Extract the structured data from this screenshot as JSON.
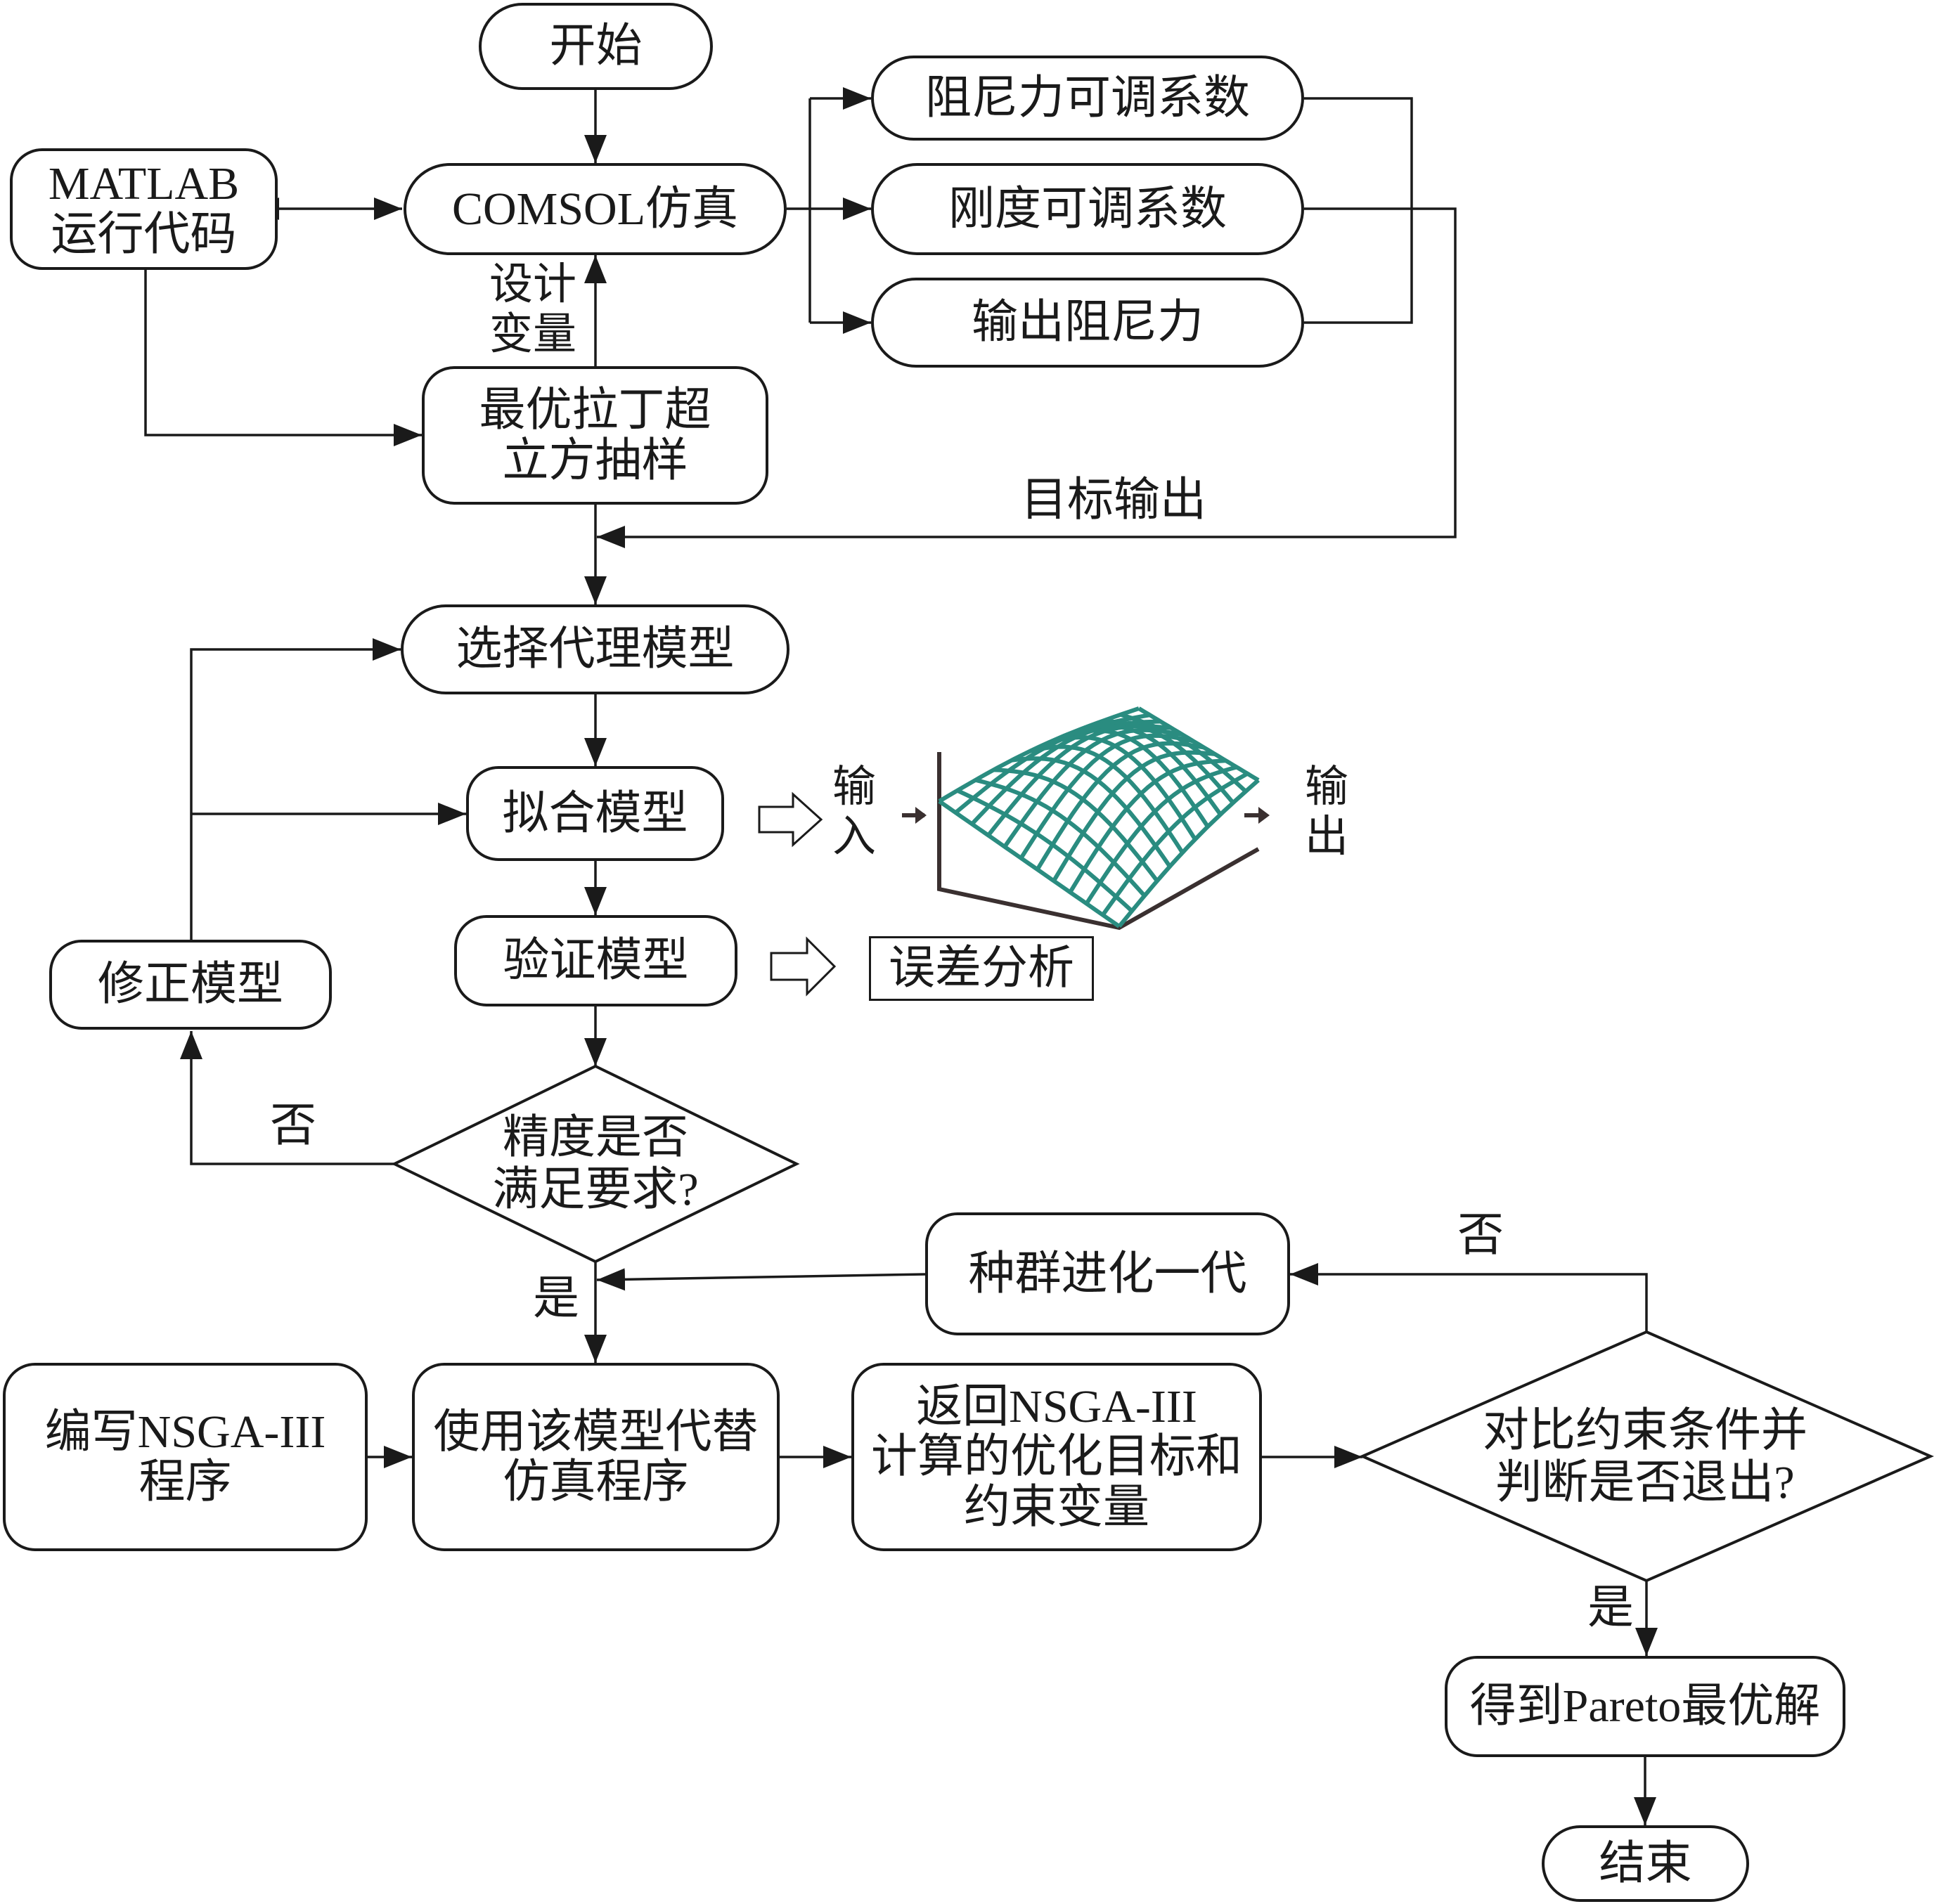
{
  "nodes": {
    "start": "开始",
    "matlab_line1": "MATLAB",
    "matlab_line2": "运行代码",
    "comsol": "COMSOL仿真",
    "damping_coef": "阻尼力可调系数",
    "stiffness_coef": "刚度可调系数",
    "output_damping": "输出阻尼力",
    "lhs_line1": "最优拉丁超",
    "lhs_line2": "立方抽样",
    "select_model": "选择代理模型",
    "fit_model": "拟合模型",
    "verify_model": "验证模型",
    "revise_model": "修正模型",
    "error_analysis": "误差分析",
    "accuracy_line1": "精度是否",
    "accuracy_line2": "满足要求?",
    "evolve": "种群进化一代",
    "write_nsga_line1": "编写NSGA-III",
    "write_nsga_line2": "程序",
    "use_model_line1": "使用该模型代替",
    "use_model_line2": "仿真程序",
    "return_line1": "返回NSGA-III",
    "return_line2": "计算的优化目标和",
    "return_line3": "约束变量",
    "compare_line1": "对比约束条件并",
    "compare_line2": "判断是否退出?",
    "pareto": "得到Pareto最优解",
    "end": "结束"
  },
  "labels": {
    "design_var_line1": "设计",
    "design_var_line2": "变量",
    "target_output": "目标输出",
    "input_line1": "输",
    "input_line2": "入",
    "output_line1": "输",
    "output_line2": "出",
    "no_1": "否",
    "yes_1": "是",
    "no_2": "否",
    "yes_2": "是"
  },
  "colors": {
    "line": "#1a1a1a",
    "surface_mesh": "#2a8c80",
    "axis": "#3a3030"
  }
}
